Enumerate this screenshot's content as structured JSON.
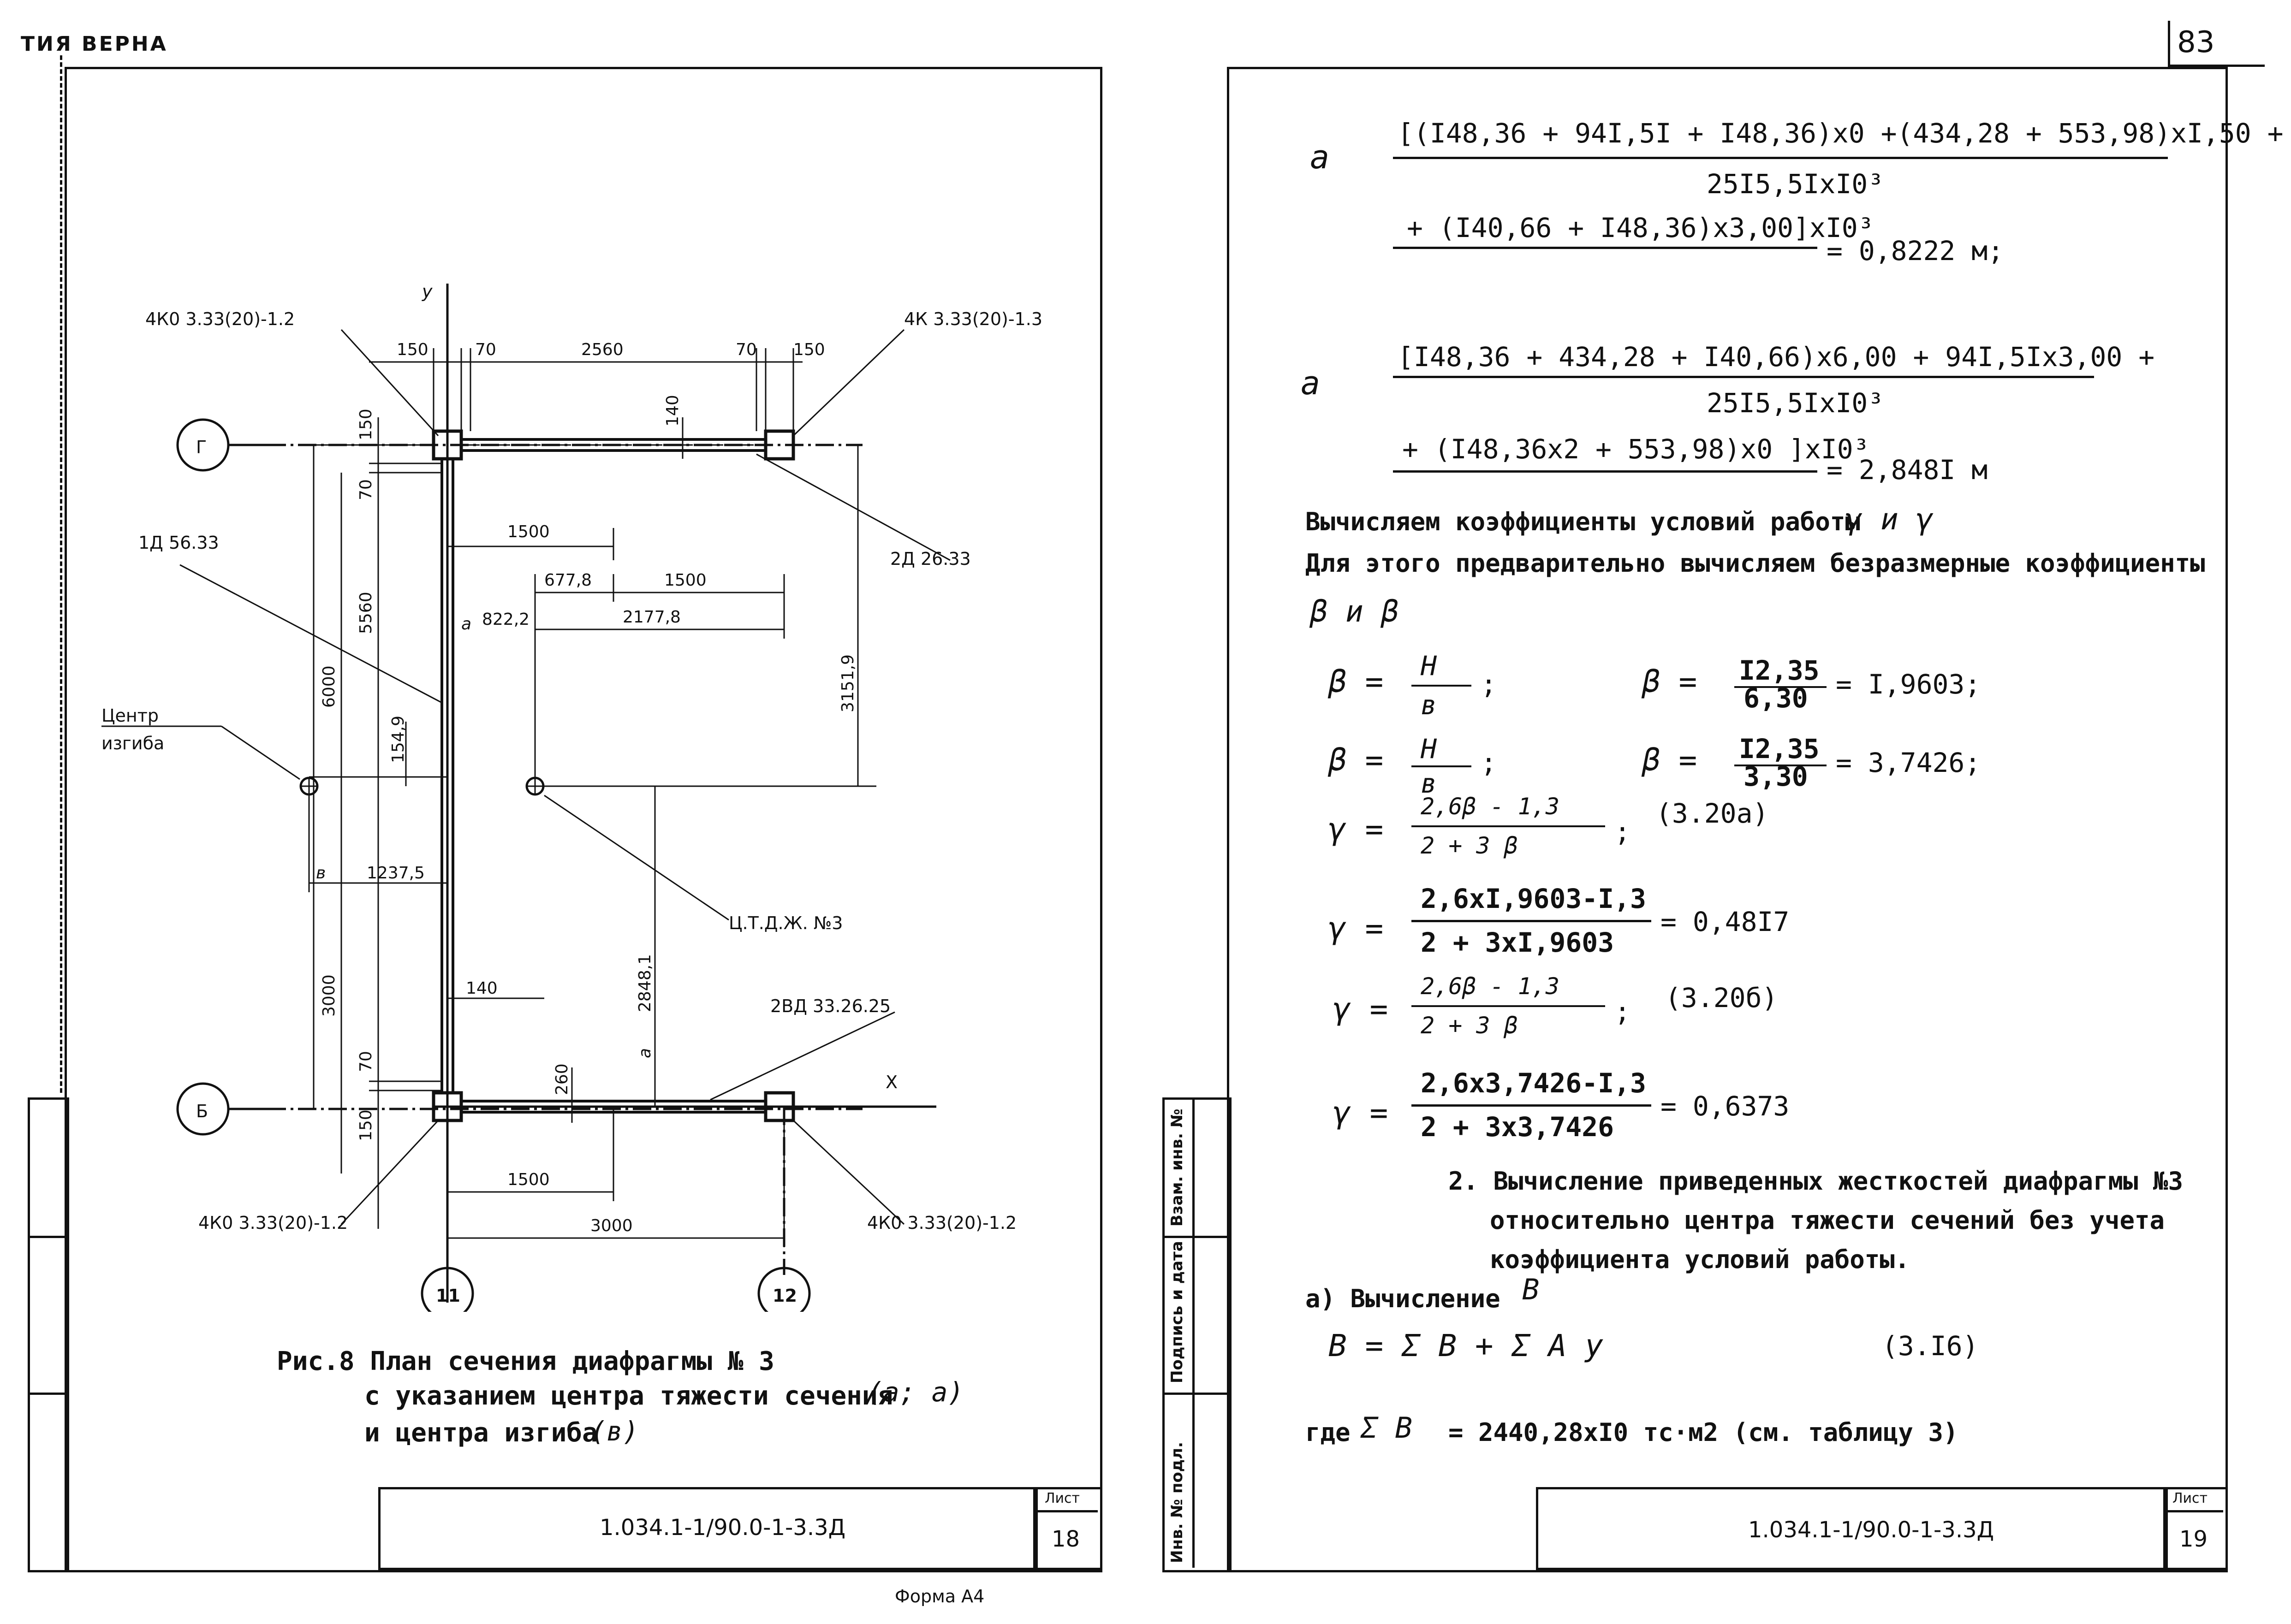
{
  "header": {
    "top_left": "ТИЯ ВЕРНА",
    "top_right_page": "83"
  },
  "left_page": {
    "drawing": {
      "axis_y": "y",
      "axis_x": "X",
      "axis_G": "Г",
      "axis_B": "Б",
      "axis_11": "11",
      "axis_12": "12",
      "label_top_left": "4К0 3.33(20)-1.2",
      "label_top_right": "4К 3.33(20)-1.3",
      "label_bottom_left": "4К0 3.33(20)-1.2",
      "label_bottom_right": "4К0 3.33(20)-1.2",
      "label_1d": "1Д 56.33",
      "label_2d": "2Д 26.33",
      "label_2vd": "2ВД 33.26.25",
      "label_ctdzh": "Ц.Т.Д.Ж. №3",
      "label_center_line1": "Центр",
      "label_center_line2": "изгиба",
      "dims": {
        "d150a": "150",
        "d70a": "70",
        "d2560": "2560",
        "d70b": "70",
        "d150b": "150",
        "d140a": "140",
        "d1500a": "1500",
        "d677": "677,8",
        "d1500b": "1500",
        "d2177": "2177,8",
        "d3151": "3151,9",
        "d150v": "150",
        "d70v": "70",
        "d5560": "5560",
        "d6000": "6000",
        "d154": "154,9",
        "d1237": "1237,5",
        "d2848": "2848,1",
        "d140b": "140",
        "d260": "260",
        "d3000v": "3000",
        "d70v2": "70",
        "d150v2": "150",
        "d1500c": "1500",
        "d3000h": "3000",
        "ax_label": "a",
        "ax_val": "822,2",
        "bx_label": "в",
        "ay_label": "a"
      }
    },
    "caption": {
      "line1": "Рис.8 План сечения диафрагмы № 3",
      "line2": "с указанием центра тяжести сечения",
      "line3": "и центра изгиба",
      "formula1": "(a",
      "formula2": "; a",
      "formula3": ")",
      "formula4": "(в",
      "formula5": ")"
    },
    "stamp": {
      "code": "1.034.1-1/90.0-1-3.3Д",
      "sheet_label": "Лист",
      "sheet_no": "18",
      "form": "Форма А4"
    }
  },
  "right_page": {
    "lines": {
      "axj_num1": "[(I48,36 + 94I,5I + I48,36)x0 +(434,28 + 553,98)xI,50 +",
      "axj_den1": "25I5,5IxI0³",
      "axj_num2": "+ (I40,66 + I48,36)x3,00]xI0³",
      "axj_res": "= 0,8222 м;",
      "ayj_num1": "[I48,36 + 434,28 + I40,66)x6,00 + 94I,5Ix3,00 +",
      "ayj_den1": "25I5,5IxI0³",
      "ayj_num2": "+ (I48,36x2 + 553,98)x0     ]xI0³",
      "ayj_res": "= 2,848I м",
      "text1": "Вычисляем коэффициенты условий работы",
      "text2": "Для этого предварительно вычисляем безразмерные коэффициенты",
      "bx_eq": "= I,9603;",
      "by_eq": "= 3,7426;",
      "ref_320a": "(3.20а)",
      "gx_num": "2,6xI,9603-I,3",
      "gx_den": "2 + 3xI,9603",
      "gx_res": "= 0,48I7",
      "ref_320b": "(3.20б)",
      "gy_num": "2,6x3,7426-I,3",
      "gy_den": "2 + 3x3,7426",
      "gy_res": "= 0,6373",
      "para2_1": "2.  Вычисление приведенных жесткостей диафрагмы №3",
      "para2_2": "относительно центра тяжести сечений без учета",
      "para2_3": "коэффициента условий работы.",
      "a_calc": "а) Вычисление",
      "ref_316": "(3.I6)",
      "where": "где",
      "where_val": "= 2440,28xI0  тс·м2 (см. таблицу 3)",
      "frac_h": "H",
      "frac_b": "в",
      "frac_1235": "I2,35",
      "frac_630": "6,30",
      "frac_330": "3,30"
    },
    "side": {
      "c1": "Взам. инв. №",
      "c2": "Подпись и дата",
      "c3": "Инв. № подл."
    },
    "stamp": {
      "code": "1.034.1-1/90.0-1-3.3Д",
      "sheet_label": "Лист",
      "sheet_no": "19"
    }
  }
}
